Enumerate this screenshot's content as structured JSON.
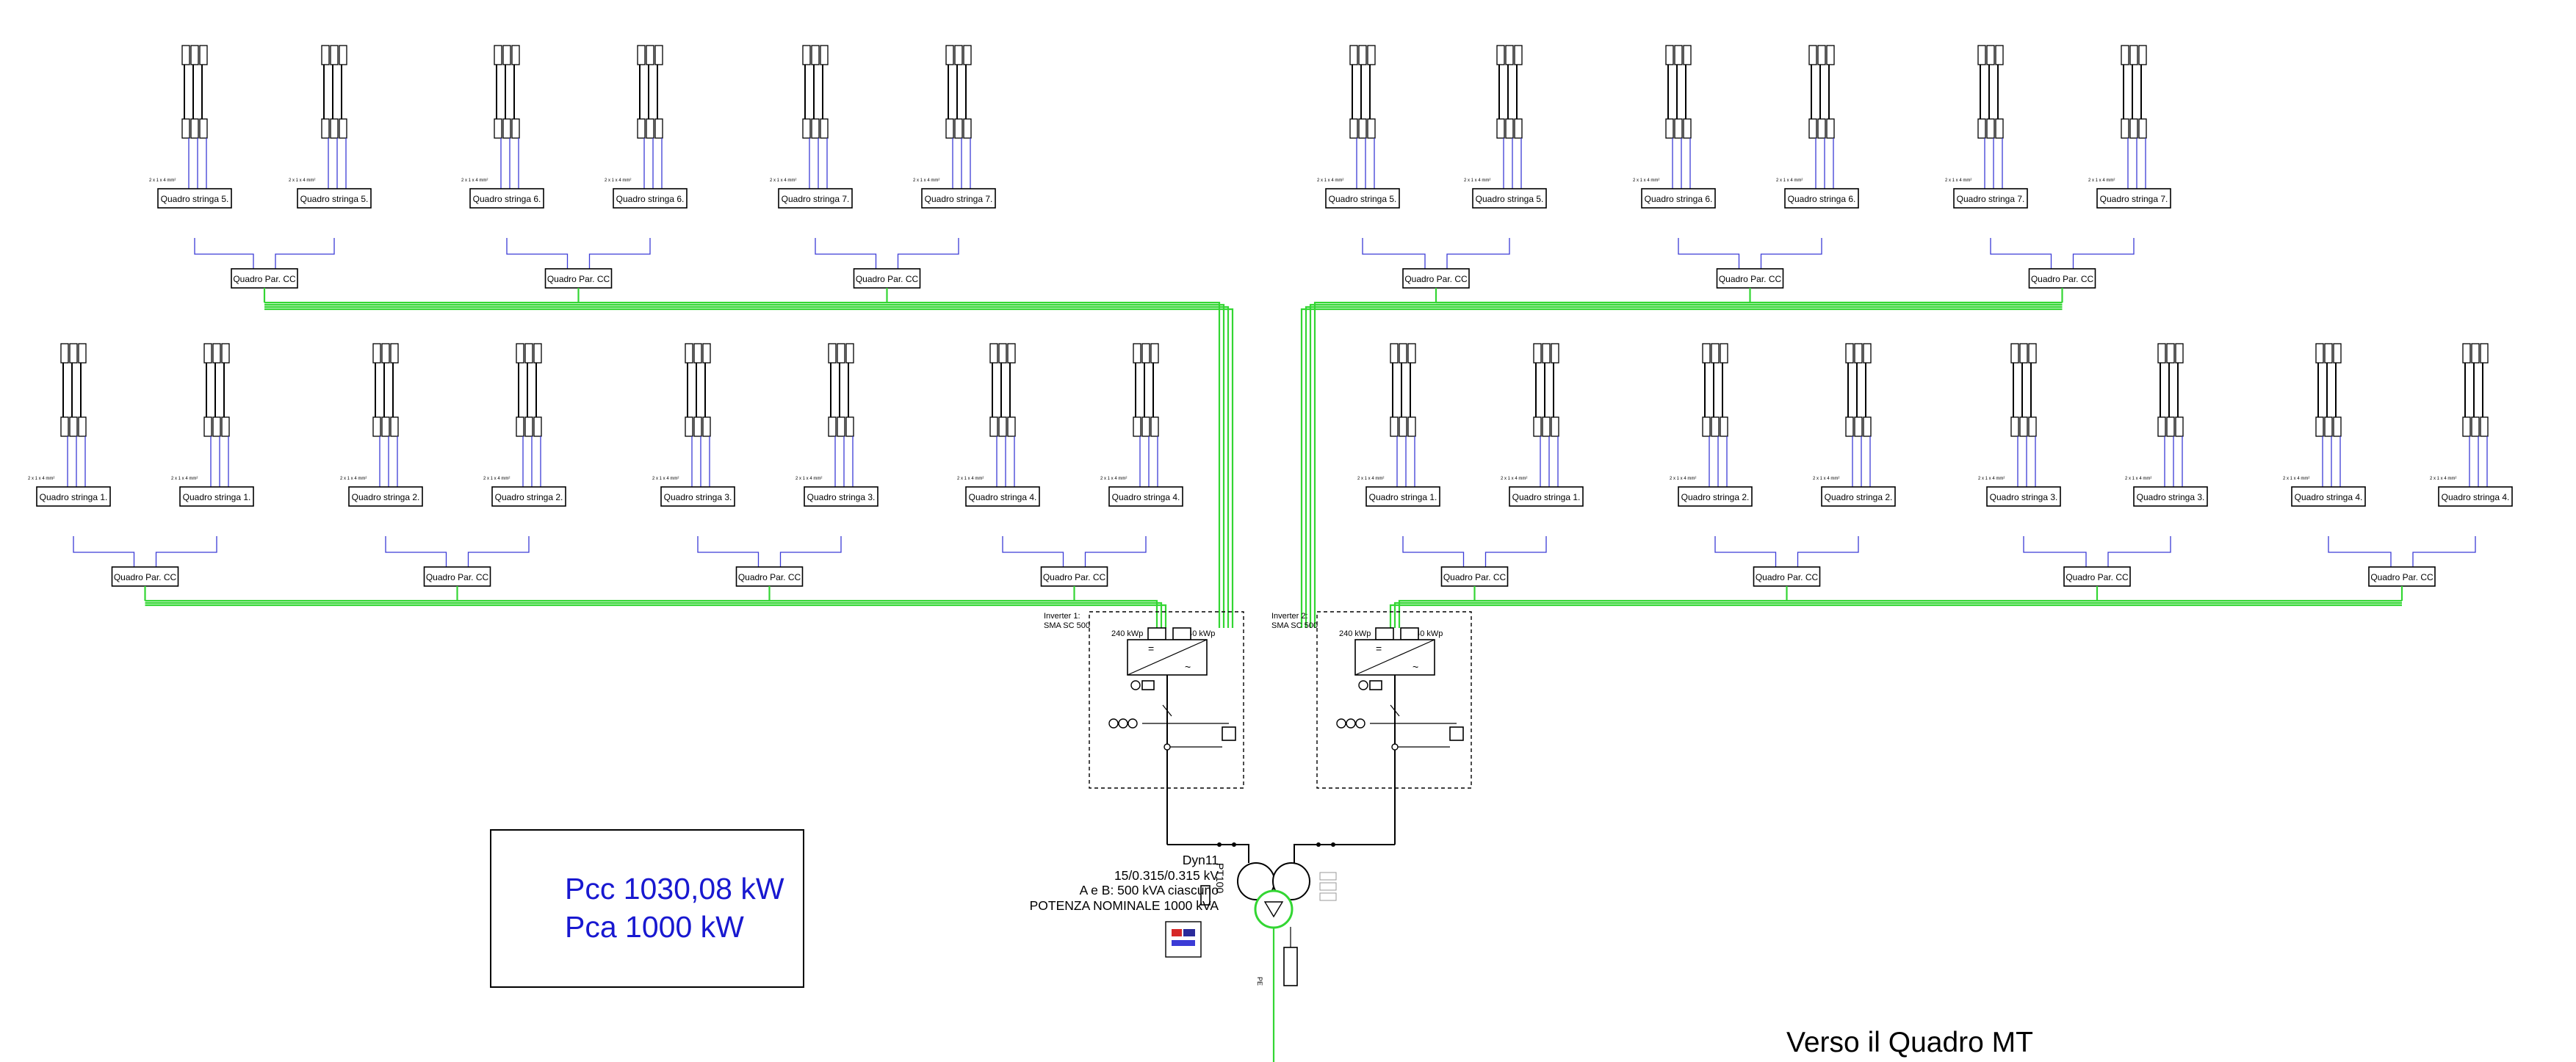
{
  "labels": {
    "string_boxes": {
      "s1": "Quadro stringa 1.",
      "s2": "Quadro stringa 2.",
      "s3": "Quadro stringa 3.",
      "s4": "Quadro stringa 4.",
      "s5": "Quadro stringa 5.",
      "s6": "Quadro stringa 6.",
      "s7": "Quadro stringa 7."
    },
    "parallel_box": "Quadro Par. CC",
    "cable_note": "2 x 1 x 4 mm²"
  },
  "inverters": [
    {
      "name": "Inverter 1:",
      "model": "SMA SC 500",
      "input_a": "240 kWp",
      "input_b": "240 kWp",
      "dc_symbol": "=",
      "ac_symbol": "~"
    },
    {
      "name": "Inverter 2:",
      "model": "SMA SC 500",
      "input_a": "240 kWp",
      "input_b": "240 kWp",
      "dc_symbol": "=",
      "ac_symbol": "~"
    }
  ],
  "transformer": {
    "vector_group": "Dyn11",
    "voltage": "15/0.315/0.315  kV",
    "rating": "A e B: 500 kVA ciascuno",
    "nominal_power": "POTENZA NOMINALE 1000 kVA",
    "vertical_label": "PT100",
    "ground_label": "PE"
  },
  "power_summary": {
    "pcc": "Pcc 1030,08 kW",
    "pca": "Pca 1000 kW"
  },
  "destination": "Verso il Quadro MT",
  "colors": {
    "dc_string": "#3b3bd6",
    "dc_main": "#33d633",
    "text_highlight": "#1818d0",
    "line": "#000000"
  }
}
